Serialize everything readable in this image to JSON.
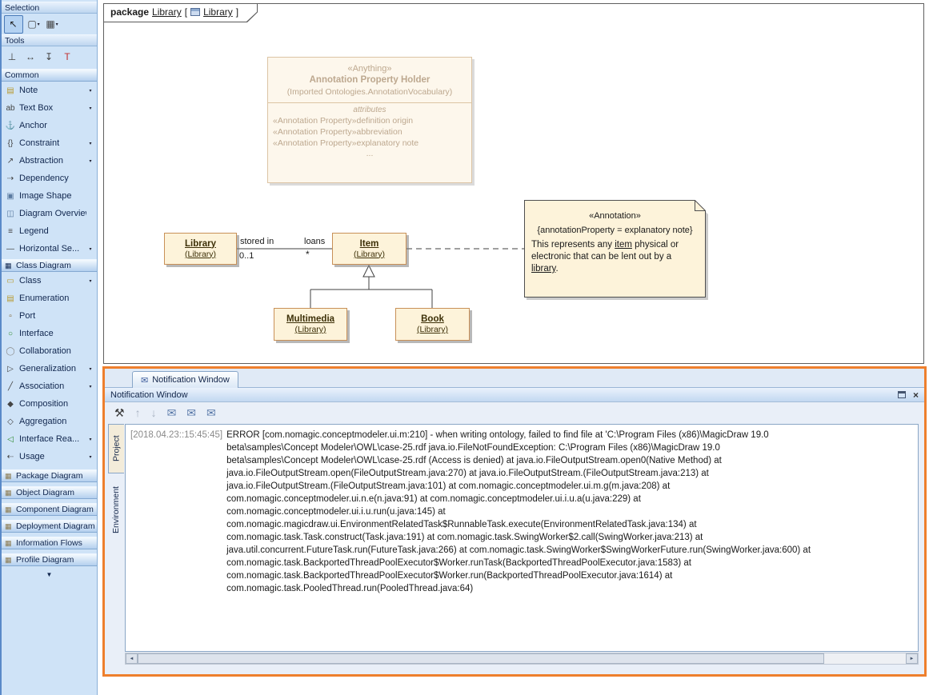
{
  "colors": {
    "highlight_border": "#EE7F2D",
    "sidebar_bg": "#CFE3F7",
    "class_fill": "#FDF3DA",
    "class_border": "#C89058",
    "ghost_text": "#BDA88F"
  },
  "sidebar": {
    "headers": {
      "selection": "Selection",
      "tools": "Tools",
      "common": "Common",
      "class_diagram": "Class Diagram"
    },
    "class_diagram_icon": "▦",
    "selection_row": [
      {
        "name": "selection-cursor-tool",
        "glyph": "↖",
        "arrow": "",
        "color": "#1a1a1a",
        "active": true
      },
      {
        "name": "rectangle-selection-tool",
        "glyph": "▢",
        "arrow": "▾",
        "color": "#444444",
        "active": false
      },
      {
        "name": "group-selection-tool",
        "glyph": "▦",
        "arrow": "▾",
        "color": "#444444",
        "active": false
      }
    ],
    "tools_row": [
      {
        "name": "anchor-line-tool",
        "glyph": "⊥",
        "arrow": "",
        "color": "#444444",
        "active": false
      },
      {
        "name": "resize-tool",
        "glyph": "↔",
        "arrow": "",
        "color": "#444444",
        "active": false
      },
      {
        "name": "z-order-tool",
        "glyph": "↧",
        "arrow": "",
        "color": "#444444",
        "active": false
      },
      {
        "name": "text-tool",
        "glyph": "T",
        "arrow": "",
        "color": "#c03030",
        "active": false
      }
    ],
    "common_items": [
      {
        "label": "Note",
        "glyph": "▤",
        "color": "#b89a30",
        "arrow": "▾"
      },
      {
        "label": "Text Box",
        "glyph": "ab",
        "color": "#444444",
        "arrow": "▾"
      },
      {
        "label": "Anchor",
        "glyph": "⚓",
        "color": "#444444",
        "arrow": ""
      },
      {
        "label": "Constraint",
        "glyph": "{}",
        "color": "#444444",
        "arrow": "▾"
      },
      {
        "label": "Abstraction",
        "glyph": "↗",
        "color": "#444444",
        "arrow": "▾"
      },
      {
        "label": "Dependency",
        "glyph": "⇢",
        "color": "#444444",
        "arrow": ""
      },
      {
        "label": "Image Shape",
        "glyph": "▣",
        "color": "#5a7aa0",
        "arrow": ""
      },
      {
        "label": "Diagram Overview",
        "glyph": "◫",
        "color": "#5a7aa0",
        "arrow": ""
      },
      {
        "label": "Legend",
        "glyph": "≡",
        "color": "#444444",
        "arrow": ""
      },
      {
        "label": "Horizontal Se...",
        "glyph": "—",
        "color": "#444444",
        "arrow": "▾"
      }
    ],
    "class_items": [
      {
        "label": "Class",
        "glyph": "▭",
        "color": "#b89a30",
        "arrow": "▾"
      },
      {
        "label": "Enumeration",
        "glyph": "▤",
        "color": "#b89a30",
        "arrow": ""
      },
      {
        "label": "Port",
        "glyph": "▫",
        "color": "#7a5a20",
        "arrow": ""
      },
      {
        "label": "Interface",
        "glyph": "○",
        "color": "#2e8a2e",
        "arrow": ""
      },
      {
        "label": "Collaboration",
        "glyph": "◯",
        "color": "#888888",
        "arrow": ""
      },
      {
        "label": "Generalization",
        "glyph": "▷",
        "color": "#444444",
        "arrow": "▾"
      },
      {
        "label": "Association",
        "glyph": "╱",
        "color": "#444444",
        "arrow": "▾"
      },
      {
        "label": "Composition",
        "glyph": "◆",
        "color": "#444444",
        "arrow": ""
      },
      {
        "label": "Aggregation",
        "glyph": "◇",
        "color": "#444444",
        "arrow": ""
      },
      {
        "label": "Interface Rea...",
        "glyph": "◁",
        "color": "#2e8a2e",
        "arrow": "▾"
      },
      {
        "label": "Usage",
        "glyph": "⇠",
        "color": "#444444",
        "arrow": "▾"
      }
    ],
    "collapsed_groups": [
      {
        "label": "Package Diagram",
        "glyph": "▦",
        "color": "#8a7a50"
      },
      {
        "label": "Object Diagram",
        "glyph": "▦",
        "color": "#8a7a50"
      },
      {
        "label": "Component Diagram",
        "glyph": "▦",
        "color": "#8a7a50"
      },
      {
        "label": "Deployment Diagram",
        "glyph": "▦",
        "color": "#8a7a50"
      },
      {
        "label": "Information Flows",
        "glyph": "▦",
        "color": "#8a7a50"
      },
      {
        "label": "Profile Diagram",
        "glyph": "▦",
        "color": "#8a7a50"
      }
    ],
    "collapse_arrow": "▼"
  },
  "diagram": {
    "tab": {
      "keyword": "package",
      "name": "Library",
      "open": "[",
      "context": "Library",
      "close": "]"
    },
    "anything_box": {
      "stereotype": "«Anything»",
      "name": "Annotation Property Holder",
      "qualifier": "(Imported Ontologies.AnnotationVocabulary)",
      "compartment": "attributes",
      "attributes": [
        "«Annotation Property»definition origin",
        "«Annotation Property»abbreviation",
        "«Annotation Property»explanatory note"
      ],
      "more": "..."
    },
    "classes": {
      "library": {
        "name": "Library",
        "pkg": "(Library)"
      },
      "item": {
        "name": "Item",
        "pkg": "(Library)"
      },
      "multimedia": {
        "name": "Multimedia",
        "pkg": "(Library)"
      },
      "book": {
        "name": "Book",
        "pkg": "(Library)"
      }
    },
    "association": {
      "left_role": "stored in",
      "right_role": "loans",
      "left_mult": "0..1",
      "right_mult": "*"
    },
    "note": {
      "stereotype": "«Annotation»",
      "tagged_value": "{annotationProperty = explanatory note}",
      "body_prefix": "This represents any ",
      "link_item": "item",
      "body_middle": " physical or electronic that can be lent out by a ",
      "link_library": "library",
      "body_suffix": "."
    }
  },
  "notification": {
    "tab": {
      "icon_glyph": "✉",
      "label": "Notification Window"
    },
    "title": "Notification Window",
    "titlebar_close": "×",
    "toolbar": [
      {
        "name": "notification-settings-icon",
        "glyph": "⚒",
        "color": "#3a3a3a"
      },
      {
        "name": "previous-notification-icon",
        "glyph": "↑",
        "color": "#a8b2c2"
      },
      {
        "name": "next-notification-icon",
        "glyph": "↓",
        "color": "#a8b2c2"
      },
      {
        "name": "open-notification-icon",
        "glyph": "✉",
        "color": "#5878a8"
      },
      {
        "name": "edit-notification-icon",
        "glyph": "✉",
        "color": "#5878a8"
      },
      {
        "name": "delete-notification-icon",
        "glyph": "✉",
        "color": "#5878a8"
      }
    ],
    "side_tabs": {
      "project": "Project",
      "environment": "Environment"
    },
    "log": {
      "timestamp": "[2018.04.23::15:45:45]",
      "message": "ERROR [com.nomagic.conceptmodeler.ui.m:210] - when writing ontology, failed to find file at 'C:\\Program Files (x86)\\MagicDraw 19.0 beta\\samples\\Concept Modeler\\OWL\\case-25.rdf java.io.FileNotFoundException: C:\\Program Files (x86)\\MagicDraw 19.0 beta\\samples\\Concept Modeler\\OWL\\case-25.rdf (Access is denied) at java.io.FileOutputStream.open0(Native Method) at java.io.FileOutputStream.open(FileOutputStream.java:270) at java.io.FileOutputStream.(FileOutputStream.java:213) at java.io.FileOutputStream.(FileOutputStream.java:101) at com.nomagic.conceptmodeler.ui.m.g(m.java:208) at com.nomagic.conceptmodeler.ui.n.e(n.java:91) at com.nomagic.conceptmodeler.ui.i.u.a(u.java:229) at com.nomagic.conceptmodeler.ui.i.u.run(u.java:145) at com.nomagic.magicdraw.ui.EnvironmentRelatedTask$RunnableTask.execute(EnvironmentRelatedTask.java:134) at com.nomagic.task.Task.construct(Task.java:191) at com.nomagic.task.SwingWorker$2.call(SwingWorker.java:213) at java.util.concurrent.FutureTask.run(FutureTask.java:266) at com.nomagic.task.SwingWorker$SwingWorkerFuture.run(SwingWorker.java:600) at com.nomagic.task.BackportedThreadPoolExecutor$Worker.runTask(BackportedThreadPoolExecutor.java:1583) at com.nomagic.task.BackportedThreadPoolExecutor$Worker.run(BackportedThreadPoolExecutor.java:1614) at com.nomagic.task.PooledThread.run(PooledThread.java:64)"
    },
    "scrollbar": {
      "left_arrow": "◄",
      "right_arrow": "►"
    }
  }
}
